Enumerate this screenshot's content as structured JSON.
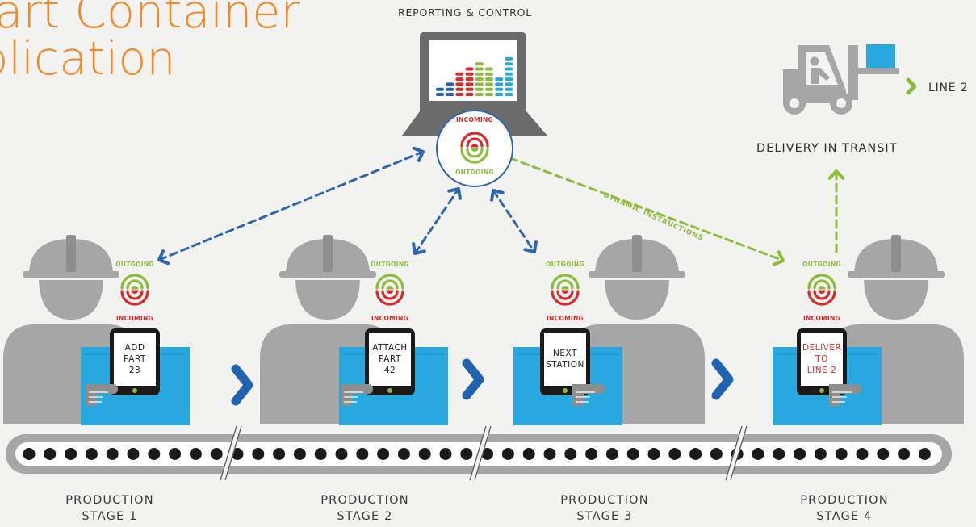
{
  "title": {
    "line1": "mart Container",
    "line2": "pplication"
  },
  "reporting": {
    "label": "REPORTING & CONTROL",
    "incoming": "INCOMING",
    "outgoing": "OUTGOING"
  },
  "delivery": {
    "label": "DELIVERY IN TRANSIT",
    "line": "LINE 2"
  },
  "dynamic": "DYNAMIC INSTRUCTIONS",
  "signals": {
    "outgoing": "OUTGOING",
    "incoming": "INCOMING"
  },
  "stages": [
    {
      "line1": "PRODUCTION",
      "line2": "STAGE 1",
      "screen": [
        "ADD",
        "PART",
        "23"
      ],
      "screen_color": "#222222"
    },
    {
      "line1": "PRODUCTION",
      "line2": "STAGE 2",
      "screen": [
        "ATTACH",
        "PART",
        "42"
      ],
      "screen_color": "#222222"
    },
    {
      "line1": "PRODUCTION",
      "line2": "STAGE 3",
      "screen": [
        "NEXT",
        "STATION"
      ],
      "screen_color": "#222222"
    },
    {
      "line1": "PRODUCTION",
      "line2": "STAGE 4",
      "screen": [
        "DELIVER",
        "TO",
        "LINE 2"
      ],
      "screen_color": "#d42b2b"
    }
  ],
  "colors": {
    "accent": "#f08a2a",
    "worker": "#a6a6a6",
    "container": "#29a8e0",
    "chevron": "#1f63b0",
    "blue_link": "#2f66b0",
    "green_link": "#8cbc3c",
    "incoming": "#d42b2b",
    "outgoing": "#8cbc3c"
  }
}
